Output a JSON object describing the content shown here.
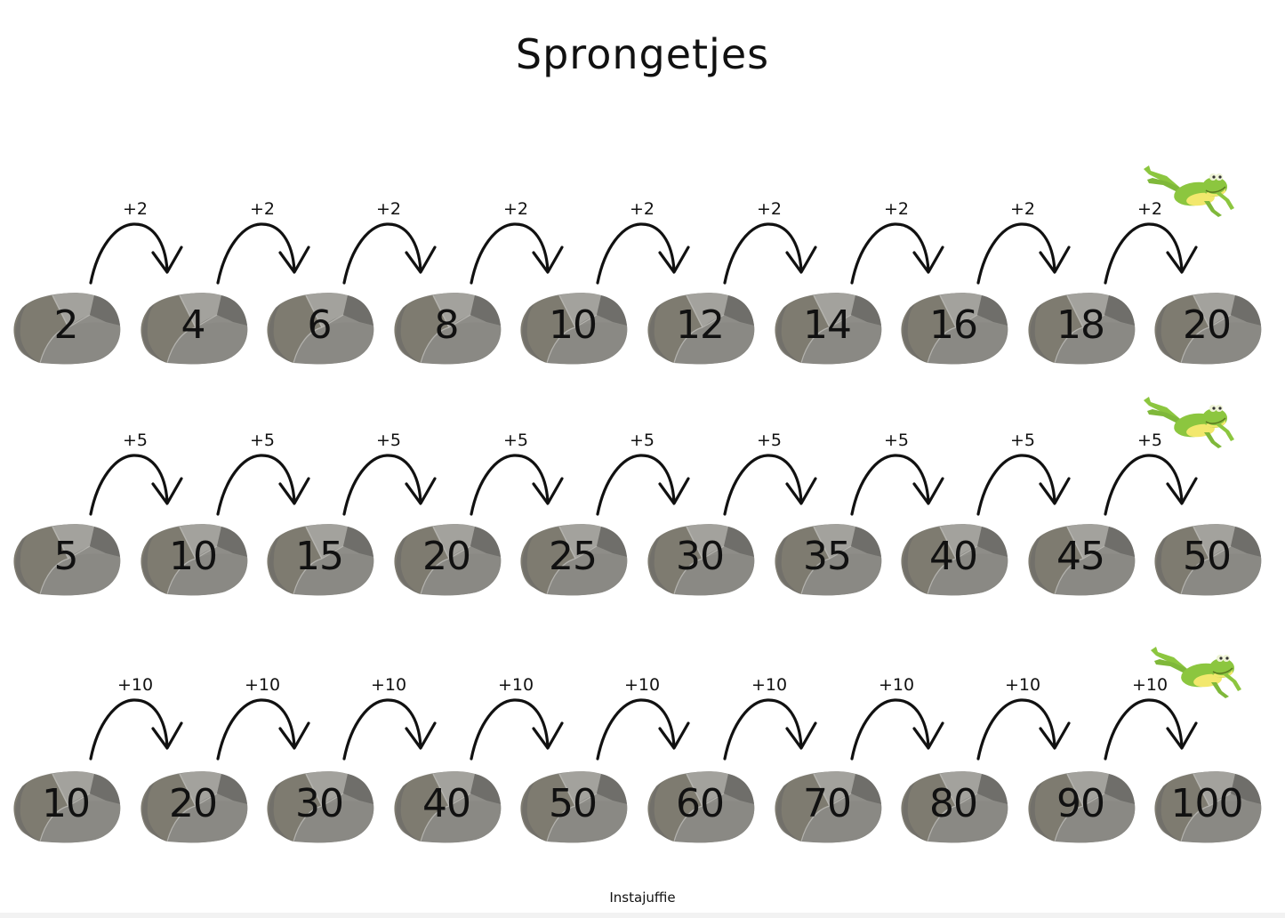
{
  "title": "Sprongetjes",
  "footer": "Instajuffie",
  "colors": {
    "rock_main": "#8e8d88",
    "rock_light": "#a3a29d",
    "rock_dark": "#6f6e6a",
    "rock_side": "#7e7b70",
    "arrow": "#111111",
    "frog_green": "#8cc63f",
    "frog_belly": "#f2e86d"
  },
  "rows": [
    {
      "step_label": "+2",
      "numbers": [
        "2",
        "4",
        "6",
        "8",
        "10",
        "12",
        "14",
        "16",
        "18",
        "20"
      ]
    },
    {
      "step_label": "+5",
      "numbers": [
        "5",
        "10",
        "15",
        "20",
        "25",
        "30",
        "35",
        "40",
        "45",
        "50"
      ]
    },
    {
      "step_label": "+10",
      "numbers": [
        "10",
        "20",
        "30",
        "40",
        "50",
        "60",
        "70",
        "80",
        "90",
        "100"
      ]
    }
  ]
}
